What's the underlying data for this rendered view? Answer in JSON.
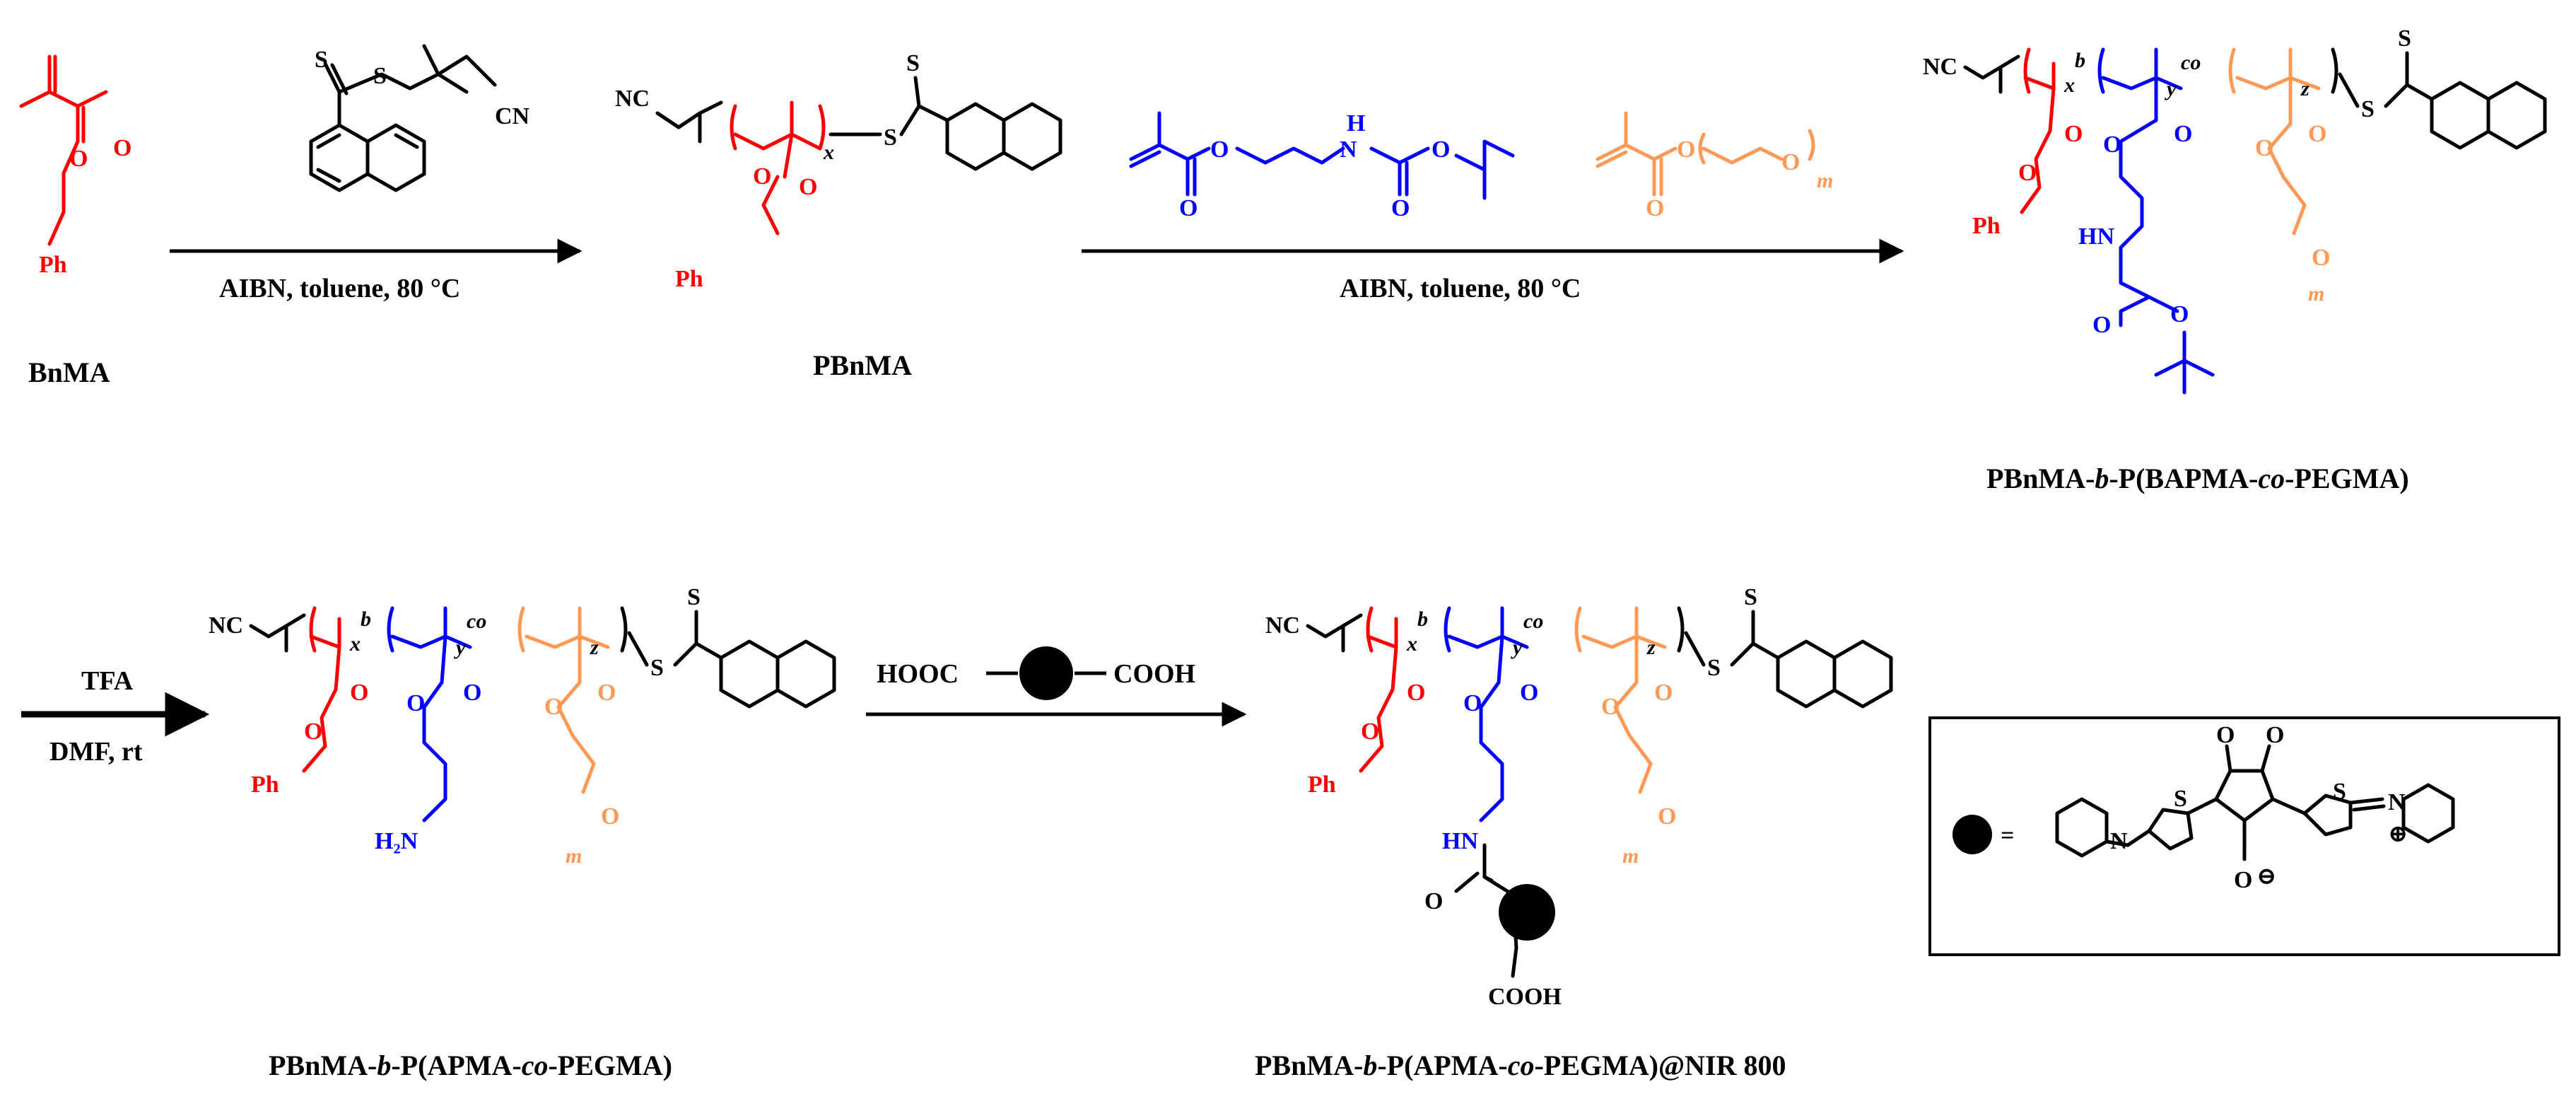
{
  "colors": {
    "bnma": "#ff0000",
    "bapma": "#0000ff",
    "pegma": "#ff9955",
    "core": "#000000"
  },
  "compounds": {
    "bnma": "BnMA",
    "pbnma": "PBnMA",
    "block_boc_prefix": "PBnMA-",
    "block_boc_b": "b",
    "block_boc_mid": "-P(BAPMA-",
    "block_boc_co": "co",
    "block_boc_suffix": "-PEGMA)",
    "block_amine_prefix": "PBnMA-",
    "block_amine_b": "b",
    "block_amine_mid": "-P(APMA-",
    "block_amine_co": "co",
    "block_amine_suffix": "-PEGMA)",
    "conj_prefix": "PBnMA-",
    "conj_b": "b",
    "conj_mid": "-P(APMA-",
    "conj_co": "co",
    "conj_suffix": "-PEGMA)@NIR 800"
  },
  "conditions": {
    "step1": "AIBN, toluene, 80 °C",
    "step2": "AIBN, toluene, 80 °C",
    "step3_top": "TFA",
    "step3_bottom": "DMF, rt",
    "step4_reagent_left": "HOOC",
    "step4_reagent_right": "COOH"
  },
  "atoms": {
    "O": "O",
    "S": "S",
    "N": "N",
    "H": "H",
    "NC": "NC",
    "CN": "CN",
    "Ph": "Ph",
    "NH": "NH",
    "HN": "HN",
    "H2N": "H₂N",
    "COOH": "COOH",
    "x": "x",
    "y": "y",
    "z": "z",
    "m": "m",
    "b": "b",
    "co": "co",
    "eq": "=",
    "plus": "⊕",
    "minus": "⊖"
  }
}
